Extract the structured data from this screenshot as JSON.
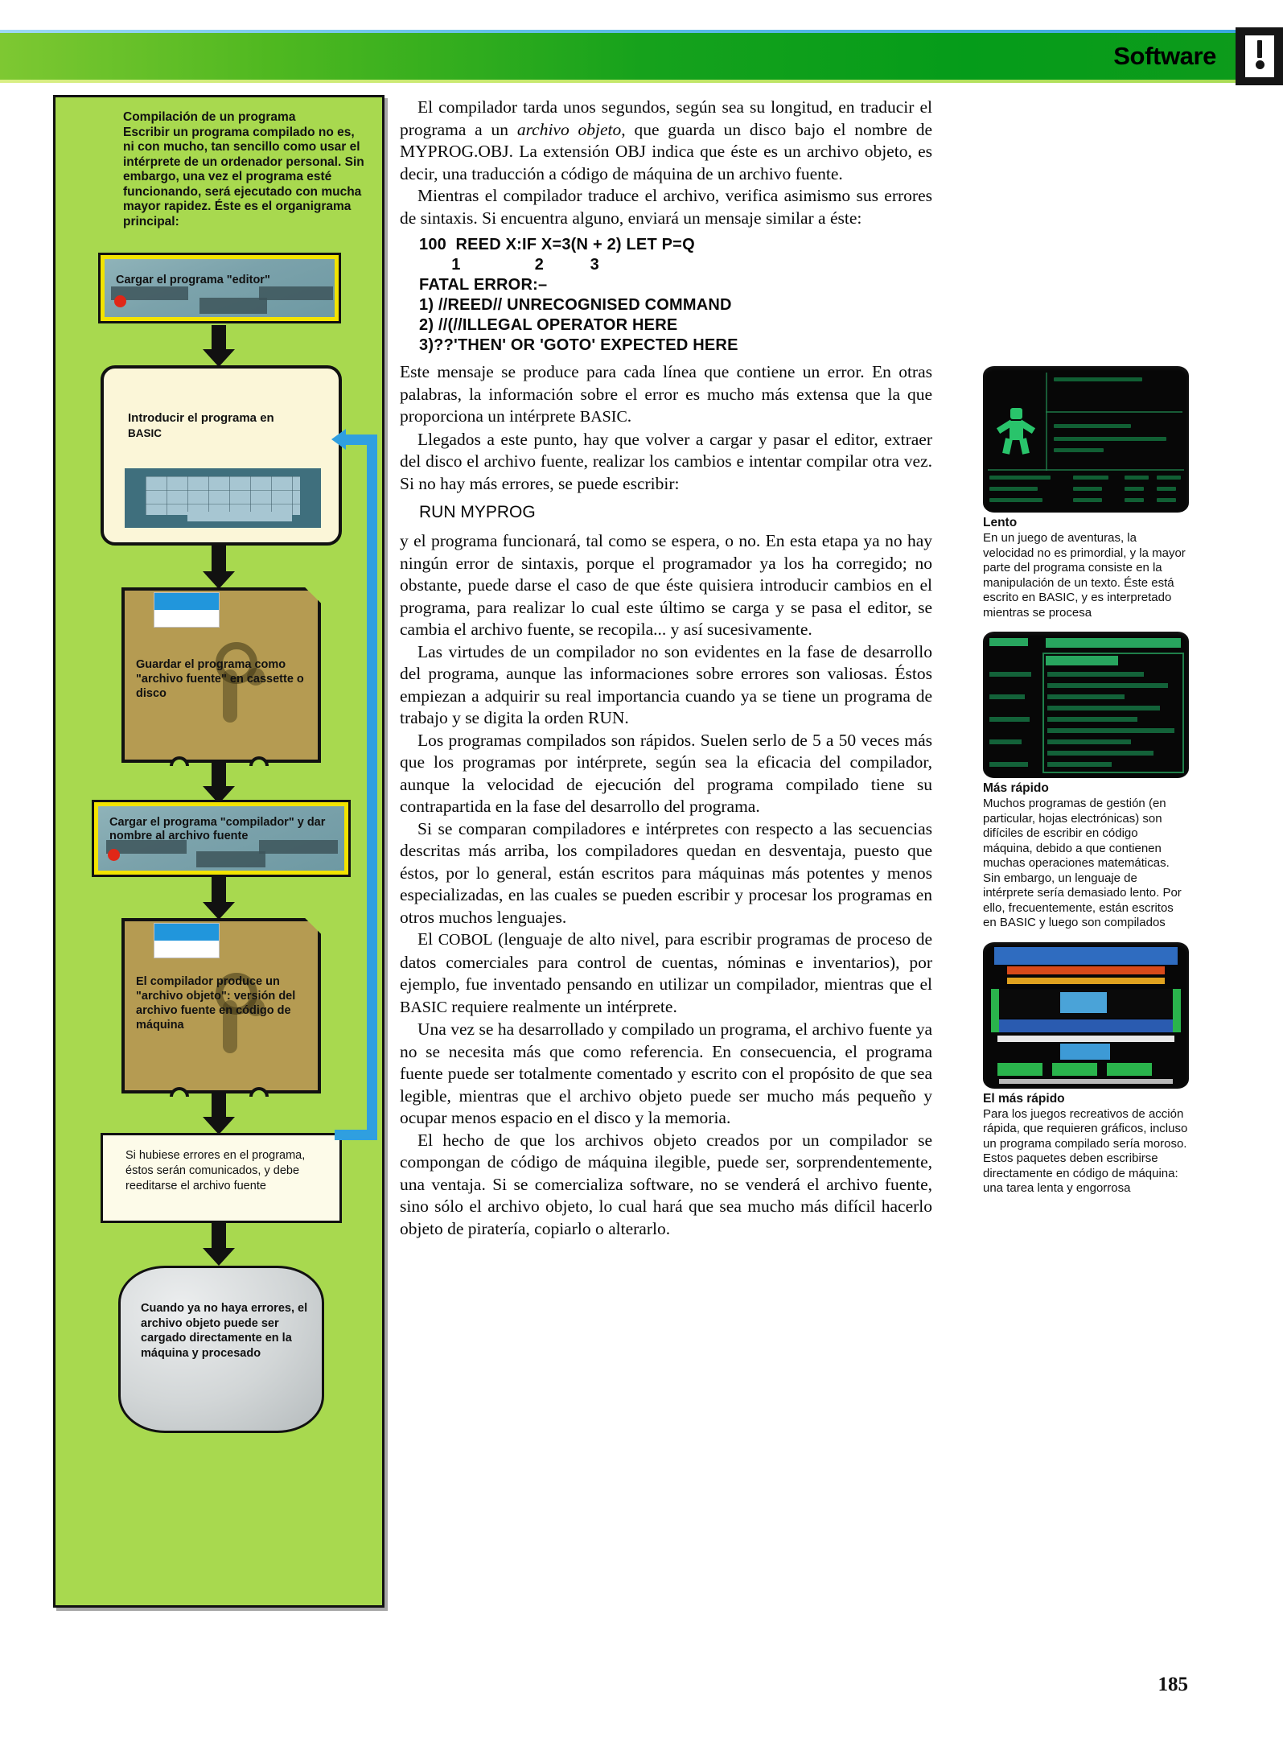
{
  "header": {
    "section_title": "Software",
    "icon": "floppy-disk-icon"
  },
  "page_number": "185",
  "flowchart": {
    "intro_heading": "Compilación de un programa",
    "intro_body": "Escribir un programa compilado no es, ni con mucho, tan sencillo como usar el intérprete de un ordenador personal. Sin embargo, una vez el programa esté funcionando, será ejecutado con mucha mayor rapidez. Éste es el organigrama principal:",
    "steps": [
      {
        "id": "step-load-editor",
        "kind": "cassette",
        "label": "Cargar el programa \"editor\""
      },
      {
        "id": "step-enter-basic",
        "kind": "screen",
        "label_line1": "Introducir el programa en",
        "label_line2": "BASIC"
      },
      {
        "id": "step-save-source",
        "kind": "floppy",
        "label": "Guardar el programa como \"archivo fuente\" en cassette o disco"
      },
      {
        "id": "step-load-compiler",
        "kind": "cassette",
        "label": "Cargar el programa \"compilador\" y dar nombre al archivo fuente"
      },
      {
        "id": "step-object-file",
        "kind": "floppy",
        "label": "El compilador produce un \"archivo objeto\": versión del archivo fuente en código de máquina"
      },
      {
        "id": "step-errors",
        "kind": "plain",
        "label": "Si hubiese errores en el programa, éstos serán comunicados, y debe reeditarse el archivo fuente"
      },
      {
        "id": "step-run",
        "kind": "monitor",
        "label": "Cuando ya no haya errores, el archivo objeto puede ser cargado directamente en la máquina y procesado"
      }
    ],
    "colors": {
      "panel_background": "#a8d94f",
      "cassette_border": "#f2e300",
      "floppy_body": "#b59b52",
      "loop_arrow": "#2f9fe0",
      "led": "#e02718"
    }
  },
  "article": {
    "paragraphs": [
      "El compilador tarda unos segundos, según sea su longitud, en traducir el programa a un archivo objeto, que guarda un disco bajo el nombre de MYPROG.OBJ. La extensión OBJ indica que éste es un archivo objeto, es decir, una traducción a código de máquina de un archivo fuente.",
      "Mientras el compilador traduce el archivo, verifica asimismo sus errores de sintaxis. Si encuentra alguno, enviará un mensaje similar a éste:"
    ],
    "code_block": [
      "100  REED X:IF X=3(N + 2) LET P=Q",
      "       1                2          3",
      "FATAL ERROR:–",
      "1) //REED// UNRECOGNISED COMMAND",
      "2) //(//ILLEGAL OPERATOR HERE",
      "3)??'THEN' OR 'GOTO' EXPECTED HERE"
    ],
    "paragraphs_2": [
      "Este mensaje se produce para cada línea que contiene un error. En otras palabras, la información sobre el error es mucho más extensa que la que proporciona un intérprete BASIC.",
      "Llegados a este punto, hay que volver a cargar y pasar el editor, extraer del disco el archivo fuente, realizar los cambios e intentar compilar otra vez. Si no hay más errores, se puede escribir:"
    ],
    "run_command": "RUN MYPROG",
    "paragraphs_3": [
      "y el programa funcionará, tal como se espera, o no. En esta etapa ya no hay ningún error de sintaxis, porque el programador ya los ha corregido; no obstante, puede darse el caso de que éste quisiera introducir cambios en el programa, para realizar lo cual este último se carga y se pasa el editor, se cambia el archivo fuente, se recopila... y así sucesivamente.",
      "Las virtudes de un compilador no son evidentes en la fase de desarrollo del programa, aunque las informaciones sobre errores son valiosas. Éstos empiezan a adquirir su real importancia cuando ya se tiene un programa de trabajo y se digita la orden RUN.",
      "Los programas compilados son rápidos. Suelen serlo de 5 a 50 veces más que los programas por intérprete, según sea la eficacia del compilador, aunque la velocidad de ejecución del programa compilado tiene su contrapartida en la fase del desarrollo del programa.",
      "Si se comparan compiladores e intérpretes con respecto a las secuencias descritas más arriba, los compiladores quedan en desventaja, puesto que éstos, por lo general, están escritos para máquinas más potentes y menos especializadas, en las cuales se pueden escribir y procesar los programas en otros muchos lenguajes.",
      "El COBOL (lenguaje de alto nivel, para escribir programas de proceso de datos comerciales para control de cuentas, nóminas e inventarios), por ejemplo, fue inventado pensando en utilizar un compilador, mientras que el BASIC requiere realmente un intérprete.",
      "Una vez se ha desarrollado y compilado un programa, el archivo fuente ya no se necesita más que como referencia. En consecuencia, el programa fuente puede ser totalmente comentado y escrito con el propósito de que sea legible, mientras que el archivo objeto puede ser mucho más pequeño y ocupar menos espacio en el disco y la memoria.",
      "El hecho de que los archivos objeto creados por un compilador se compongan de código de máquina ilegible, puede ser, sorprendentemente, una ventaja. Si se comercializa software, no se venderá el archivo fuente, sino sólo el archivo objeto, lo cual hará que sea mucho más difícil hacerlo objeto de piratería, copiarlo o alterarlo."
    ],
    "italic_term": "archivo objeto"
  },
  "sidebar": {
    "items": [
      {
        "id": "shot-slow",
        "image": "crt-adventure-game-screen",
        "caption_title": "Lento",
        "caption_body": "En un juego de aventuras, la velocidad no es primordial, y la mayor parte del programa consiste en la manipulación de un texto. Éste está escrito en BASIC, y es interpretado mientras se procesa"
      },
      {
        "id": "shot-faster",
        "image": "crt-spreadsheet-screen",
        "caption_title": "Más rápido",
        "caption_body": "Muchos programas de gestión (en particular, hojas electrónicas) son difíciles de escribir en código máquina, debido a que contienen muchas operaciones matemáticas. Sin embargo, un lenguaje de intérprete sería demasiado lento. Por ello, frecuentemente, están escritos en BASIC y luego son compilados"
      },
      {
        "id": "shot-fastest",
        "image": "crt-arcade-game-screen",
        "caption_title": "El más rápido",
        "caption_body": "Para los juegos recreativos de acción rápida, que requieren gráficos, incluso un programa compilado sería moroso. Estos paquetes deben escribirse directamente en código de máquina: una tarea lenta y engorrosa"
      }
    ]
  }
}
